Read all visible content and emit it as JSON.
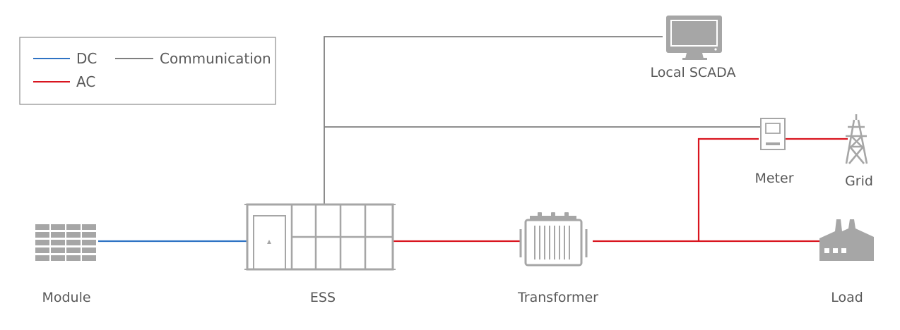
{
  "legend": {
    "dc_label": "DC",
    "ac_label": "AC",
    "comm_label": "Communication"
  },
  "colors": {
    "dc": "#2f73c4",
    "ac": "#d9151f",
    "communication": "#7f7f7f",
    "icon": "#a6a6a6",
    "text": "#595959"
  },
  "nodes": {
    "module": {
      "label": "Module",
      "icon": "battery-module-icon"
    },
    "ess": {
      "label": "ESS",
      "icon": "ess-container-icon"
    },
    "transformer": {
      "label": "Transformer",
      "icon": "transformer-icon"
    },
    "load": {
      "label": "Load",
      "icon": "factory-icon"
    },
    "meter": {
      "label": "Meter",
      "icon": "meter-icon"
    },
    "grid": {
      "label": "Grid",
      "icon": "transmission-tower-icon"
    },
    "scada": {
      "label": "Local SCADA",
      "icon": "monitor-icon"
    }
  }
}
